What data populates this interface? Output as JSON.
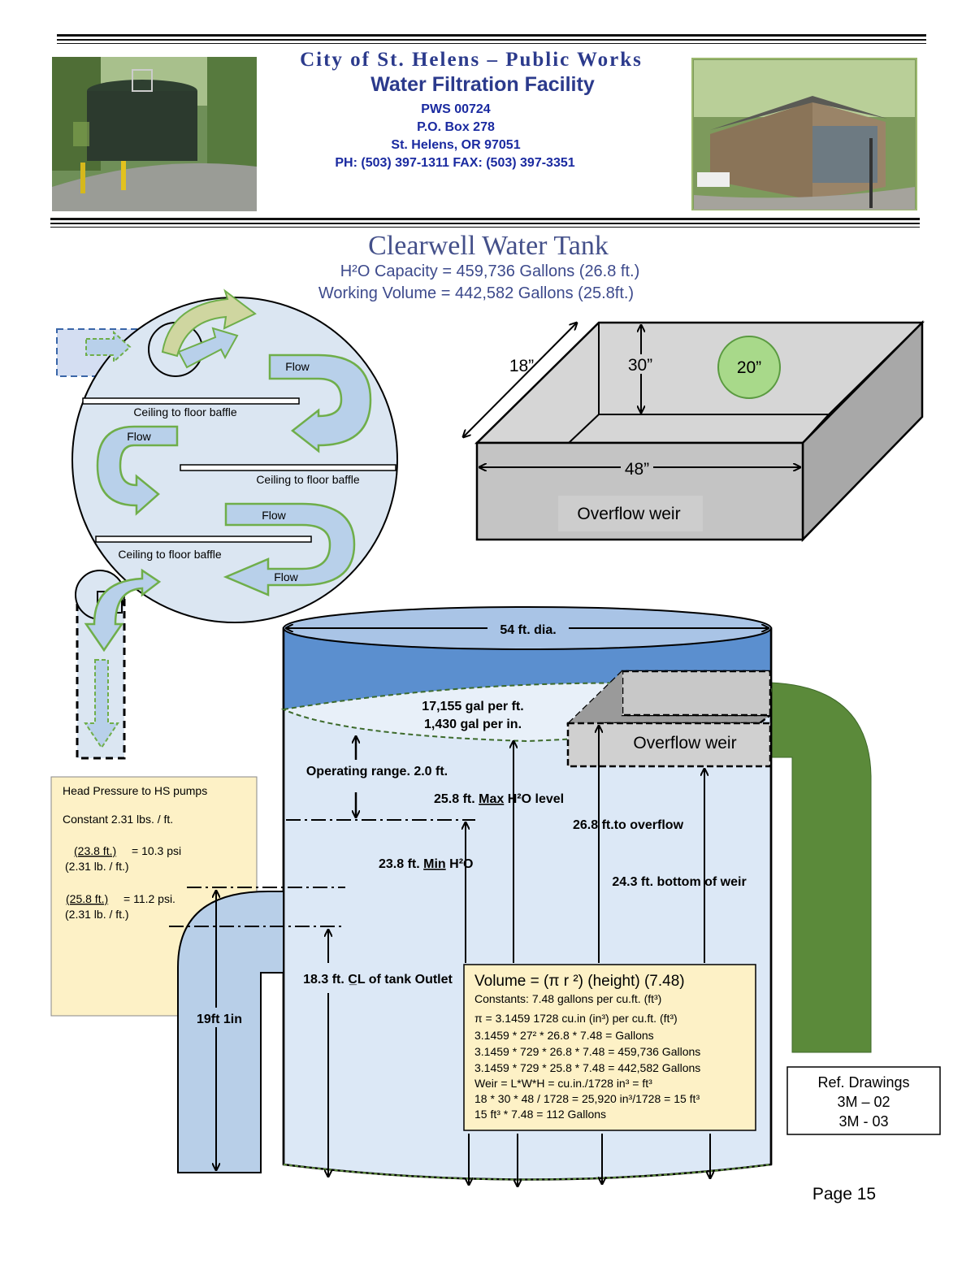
{
  "header": {
    "title": "City of St. Helens – Public Works",
    "subtitle": "Water Filtration Facility",
    "lines": [
      "PWS 00724",
      "P.O. Box 278",
      "St. Helens, OR 97051",
      "PH: (503) 397-1311 FAX: (503) 397-3351"
    ]
  },
  "main": {
    "title": "Clearwell Water Tank",
    "capacity": "H²O Capacity = 459,736 Gallons (26.8 ft.)",
    "working_volume": "Working Volume = 442,582 Gallons (25.8ft.)"
  },
  "flow_diagram": {
    "flow_labels": [
      "Flow",
      "Flow",
      "Flow",
      "Flow"
    ],
    "baffle_labels": [
      "Ceiling to floor baffle",
      "Ceiling to floor baffle",
      "Ceiling to floor baffle"
    ]
  },
  "weir_box": {
    "dim_depth": "18”",
    "dim_height": "30”",
    "dim_circle": "20”",
    "dim_length": "48”",
    "label": "Overflow weir"
  },
  "tank": {
    "diameter": "54 ft. dia.",
    "gal_per_ft": "17,155 gal per ft.",
    "gal_per_in": "1,430 gal per in.",
    "weir_label": "Overflow weir",
    "operating_range": "Operating range. 2.0 ft.",
    "max_level_pre": "25.8 ft.",
    "max_level_u": "Max",
    "max_level_post": "H²O level",
    "to_overflow": "26.8 ft.to overflow",
    "min_level_pre": "23.8 ft.",
    "min_level_u": "Min",
    "min_level_post": "H²O",
    "bottom_weir": "24.3 ft. bottom of weir",
    "outlet_cl": "18.3 ft. C̲L of tank Outlet",
    "pipe_height": "19ft 1in"
  },
  "head_pressure": {
    "title": "Head Pressure to HS pumps",
    "constant": "Constant 2.31 lbs. / ft.",
    "eq1_num": "(23.8 ft.)",
    "eq1_res": "= 10.3 psi",
    "eq1_den": "(2.31 lb. / ft.)",
    "eq2_num": "(25.8 ft.)",
    "eq2_res": "= 11.2 psi.",
    "eq2_den": "(2.31 lb. / ft.)"
  },
  "volume_box": {
    "formula": "Volume = (π r ²) (height) (7.48)",
    "lines": [
      "Constants: 7.48 gallons per cu.ft. (ft³)",
      "π = 3.1459    1728 cu.in (in³) per cu.ft. (ft³)",
      "3.1459 * 27² * 26.8 * 7.48 = Gallons",
      "3.1459 * 729 * 26.8 * 7.48 = 459,736 Gallons",
      "3.1459 * 729 * 25.8 * 7.48 = 442,582 Gallons",
      "Weir = L*W*H = cu.in./1728 in³ = ft³",
      "18 * 30 * 48 / 1728 = 25,920 in³/1728 = 15 ft³",
      "15 ft³ * 7.48 = 112 Gallons"
    ]
  },
  "ref_drawings": [
    "Ref. Drawings",
    "3M – 02",
    "3M - 03"
  ],
  "page_number": "Page 15",
  "colors": {
    "header_blue": "#2b3a8c",
    "tank_light": "#dce8f6",
    "tank_dark": "#5b8fcf",
    "pipe_blue": "#b8cfe8",
    "pipe_green": "#5b8a3a",
    "note_yellow": "#fdf1c6",
    "arrow_green": "#6fae4a"
  }
}
